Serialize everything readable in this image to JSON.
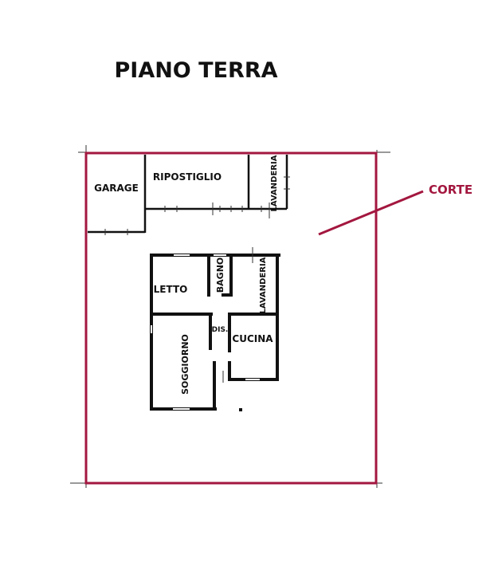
{
  "title": "PIANO TERRA",
  "annotation": {
    "label": "CORTE",
    "color": "#a3173f"
  },
  "outbuilding": {
    "rooms": [
      {
        "label": "GARAGE"
      },
      {
        "label": "RIPOSTIGLIO"
      },
      {
        "label": "LAVANDERIA"
      }
    ]
  },
  "house": {
    "rooms": [
      {
        "label": "LETTO"
      },
      {
        "label": "BAGNO"
      },
      {
        "label": "LAVANDERIA"
      },
      {
        "label": "DIS."
      },
      {
        "label": "CUCINA"
      },
      {
        "label": "SOGGIORNO"
      }
    ]
  },
  "colors": {
    "boundary": "#a3173f",
    "walls": "#111111"
  }
}
